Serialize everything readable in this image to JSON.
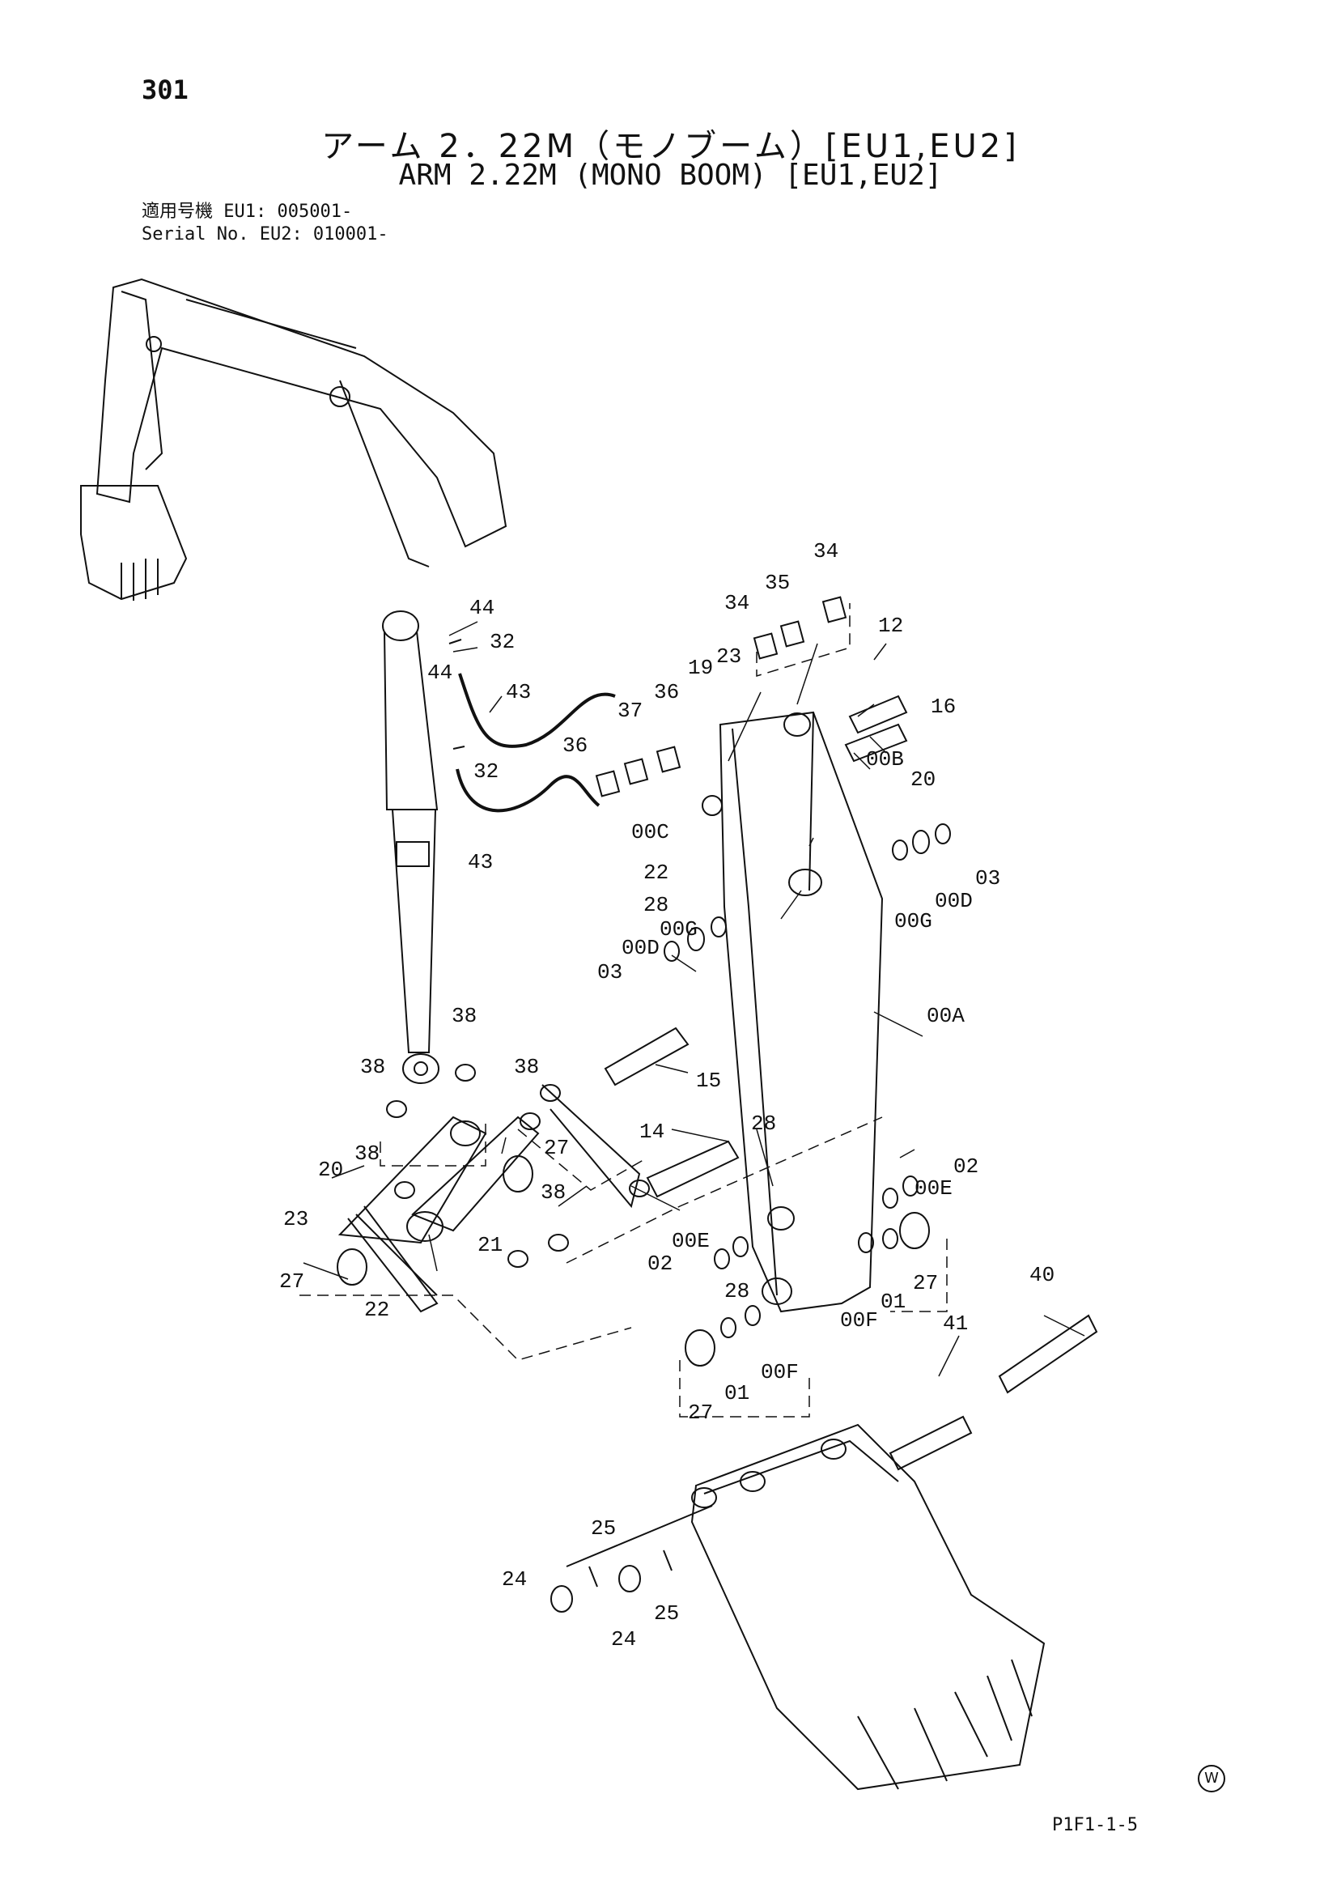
{
  "header": {
    "page_number": "301",
    "title_jp": "アーム 2．22M（モノブーム）[EU1,EU2]",
    "title_en": "ARM 2.22M (MONO BOOM) [EU1,EU2]"
  },
  "serial": {
    "label_jp": "適用号機",
    "label_en": "Serial No.",
    "eu1": "EU1: 005001-",
    "eu2": "EU2: 010001-"
  },
  "footer": {
    "code": "P1F1-1-5",
    "mark": "W"
  },
  "callouts": [
    {
      "id": "c44a",
      "text": "44"
    },
    {
      "id": "c32a",
      "text": "32"
    },
    {
      "id": "c44b",
      "text": "44"
    },
    {
      "id": "c43a",
      "text": "43"
    },
    {
      "id": "c32b",
      "text": "32"
    },
    {
      "id": "c43b",
      "text": "43"
    },
    {
      "id": "c36a",
      "text": "36"
    },
    {
      "id": "c37",
      "text": "37"
    },
    {
      "id": "c36b",
      "text": "36"
    },
    {
      "id": "c19",
      "text": "19"
    },
    {
      "id": "c23a",
      "text": "23"
    },
    {
      "id": "c34a",
      "text": "34"
    },
    {
      "id": "c35",
      "text": "35"
    },
    {
      "id": "c34b",
      "text": "34"
    },
    {
      "id": "c12",
      "text": "12"
    },
    {
      "id": "c16",
      "text": "16"
    },
    {
      "id": "c00B",
      "text": "00B"
    },
    {
      "id": "c20a",
      "text": "20"
    },
    {
      "id": "c00C",
      "text": "00C"
    },
    {
      "id": "c22a",
      "text": "22"
    },
    {
      "id": "c28a",
      "text": "28"
    },
    {
      "id": "c00Ga",
      "text": "00G"
    },
    {
      "id": "c00Da",
      "text": "00D"
    },
    {
      "id": "c03a",
      "text": "03"
    },
    {
      "id": "c00Gb",
      "text": "00G"
    },
    {
      "id": "c00Db",
      "text": "00D"
    },
    {
      "id": "c03b",
      "text": "03"
    },
    {
      "id": "c00A",
      "text": "00A"
    },
    {
      "id": "c38a",
      "text": "38"
    },
    {
      "id": "c38b",
      "text": "38"
    },
    {
      "id": "c38c",
      "text": "38"
    },
    {
      "id": "c15",
      "text": "15"
    },
    {
      "id": "c14",
      "text": "14"
    },
    {
      "id": "c28b",
      "text": "28"
    },
    {
      "id": "c38d",
      "text": "38"
    },
    {
      "id": "c27a",
      "text": "27"
    },
    {
      "id": "c20b",
      "text": "20"
    },
    {
      "id": "c38e",
      "text": "38"
    },
    {
      "id": "c23b",
      "text": "23"
    },
    {
      "id": "c21",
      "text": "21"
    },
    {
      "id": "c27b",
      "text": "27"
    },
    {
      "id": "c22b",
      "text": "22"
    },
    {
      "id": "c00Ea",
      "text": "00E"
    },
    {
      "id": "c02a",
      "text": "02"
    },
    {
      "id": "c28c",
      "text": "28"
    },
    {
      "id": "c02b",
      "text": "02"
    },
    {
      "id": "c00Eb",
      "text": "00E"
    },
    {
      "id": "c00Fa",
      "text": "00F"
    },
    {
      "id": "c01a",
      "text": "01"
    },
    {
      "id": "c27c",
      "text": "27"
    },
    {
      "id": "c40",
      "text": "40"
    },
    {
      "id": "c41",
      "text": "41"
    },
    {
      "id": "c27d",
      "text": "27"
    },
    {
      "id": "c01b",
      "text": "01"
    },
    {
      "id": "c00Fb",
      "text": "00F"
    },
    {
      "id": "c25a",
      "text": "25"
    },
    {
      "id": "c24a",
      "text": "24"
    },
    {
      "id": "c24b",
      "text": "24"
    },
    {
      "id": "c25b",
      "text": "25"
    }
  ]
}
